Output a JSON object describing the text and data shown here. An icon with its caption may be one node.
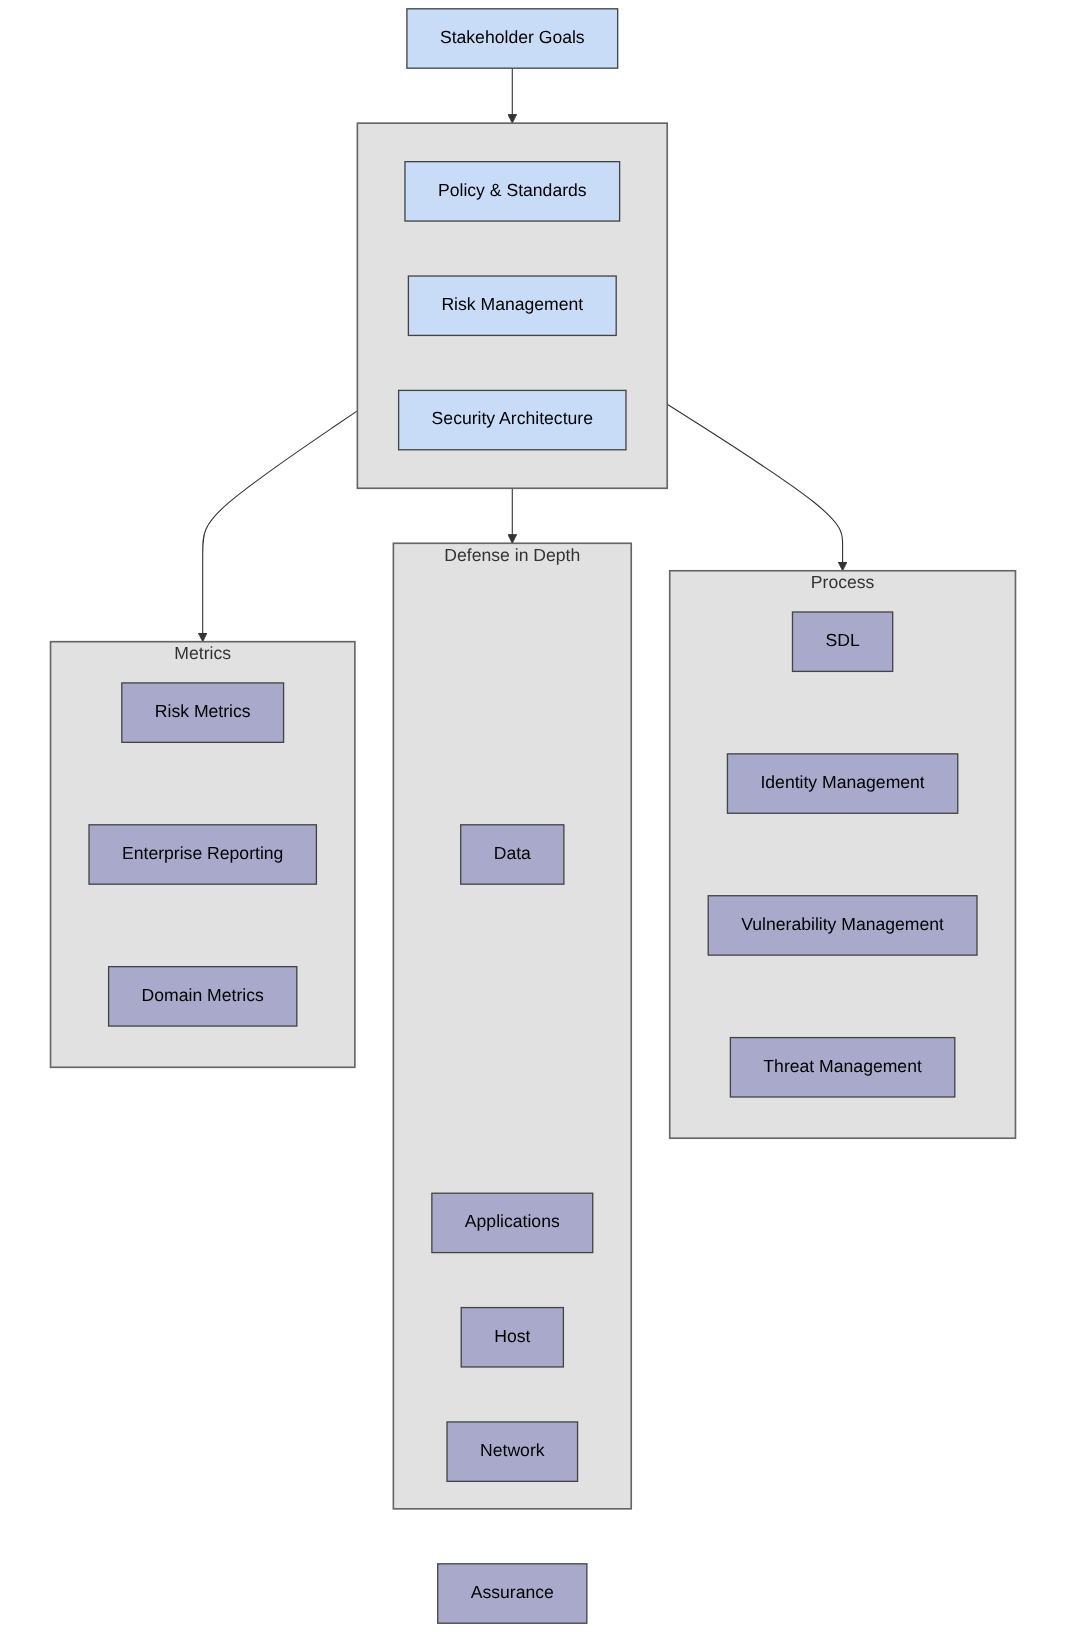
{
  "diagram": {
    "nodes": [
      {
        "text": [
          "Stakeholder Goals"
        ]
      },
      {
        "text": [],
        "shape": "box"
      },
      {
        "text": [
          "Policy & Standards"
        ],
        "in": 1
      },
      {
        "text": [
          "Risk Management"
        ],
        "in": 1
      },
      {
        "text": [
          "Security Architecture"
        ],
        "in": 1
      },
      {
        "text": [
          "Process"
        ]
      },
      {
        "text": [
          "SDL"
        ],
        "in": 5
      },
      {
        "text": [
          "Identity Management"
        ],
        "in": 5
      },
      {
        "text": [
          "Vulnerability Management"
        ],
        "in": 5
      },
      {
        "text": [
          "Threat Management"
        ],
        "in": 5
      },
      {
        "text": [
          "Defense in Depth"
        ]
      },
      {
        "text": [
          "Data"
        ],
        "in": 10
      },
      {
        "text": [
          "Applications"
        ],
        "in": 10
      },
      {
        "text": [
          "Host"
        ],
        "in": 10
      },
      {
        "text": [
          "Network"
        ],
        "in": 10
      },
      {
        "text": [
          "Metrics"
        ]
      },
      {
        "text": [
          "Risk Metrics"
        ],
        "in": 15
      },
      {
        "text": [
          "Enterprise Reporting"
        ],
        "in": 15
      },
      {
        "text": [
          "Domain Metrics"
        ],
        "in": 15
      },
      {
        "text": [
          "Assurance"
        ]
      }
    ],
    "edges": [
      {
        "from": 0,
        "to": 1,
        "arrow": "to"
      },
      {
        "from": 1,
        "to": 5,
        "arrow": "to"
      },
      {
        "from": 1,
        "to": 10,
        "arrow": "to"
      },
      {
        "from": 1,
        "to": 15,
        "arrow": "to"
      }
    ]
  }
}
